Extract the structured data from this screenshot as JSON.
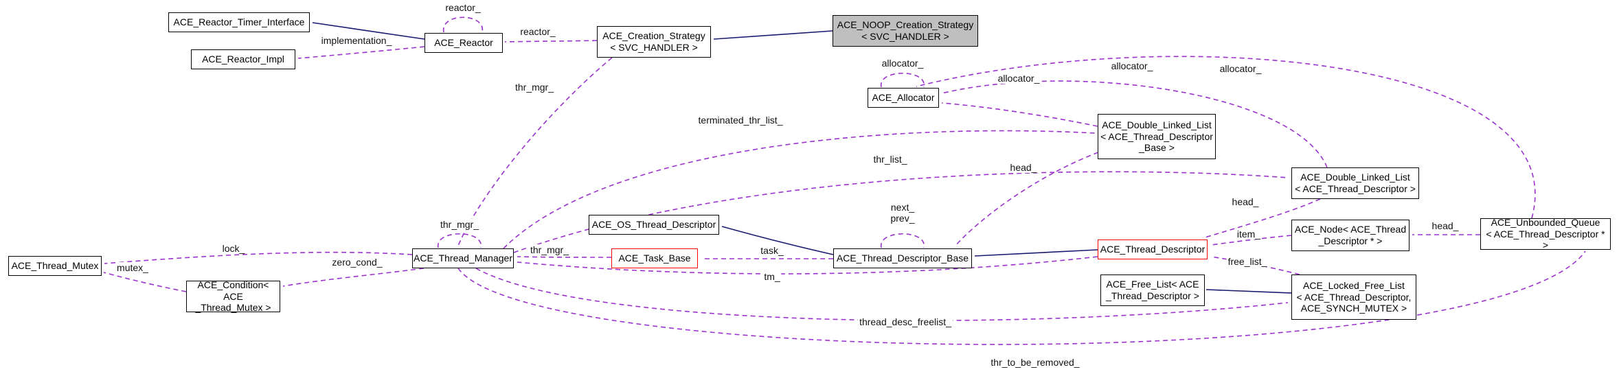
{
  "diagram": {
    "nodes": {
      "reactor_timer_interface": {
        "label": "ACE_Reactor_Timer_Interface"
      },
      "reactor_impl": {
        "label": "ACE_Reactor_Impl"
      },
      "reactor": {
        "label": "ACE_Reactor"
      },
      "creation_strategy": {
        "label": "ACE_Creation_Strategy\n< SVC_HANDLER >"
      },
      "noop_creation_strategy": {
        "label": "ACE_NOOP_Creation_Strategy\n< SVC_HANDLER >"
      },
      "allocator": {
        "label": "ACE_Allocator"
      },
      "dll_base": {
        "label": "ACE_Double_Linked_List\n< ACE_Thread_Descriptor\n_Base >"
      },
      "dll_desc": {
        "label": "ACE_Double_Linked_List\n< ACE_Thread_Descriptor >"
      },
      "os_thread_descriptor": {
        "label": "ACE_OS_Thread_Descriptor"
      },
      "task_base": {
        "label": "ACE_Task_Base"
      },
      "thread_descriptor_base": {
        "label": "ACE_Thread_Descriptor_Base"
      },
      "thread_descriptor": {
        "label": "ACE_Thread_Descriptor"
      },
      "node_td": {
        "label": "ACE_Node< ACE_Thread\n_Descriptor * >"
      },
      "unbounded_queue": {
        "label": "ACE_Unbounded_Queue\n< ACE_Thread_Descriptor * >"
      },
      "thread_manager": {
        "label": "ACE_Thread_Manager"
      },
      "thread_mutex": {
        "label": "ACE_Thread_Mutex"
      },
      "condition": {
        "label": "ACE_Condition< ACE\n_Thread_Mutex >"
      },
      "free_list": {
        "label": "ACE_Free_List< ACE\n_Thread_Descriptor >"
      },
      "locked_free_list": {
        "label": "ACE_Locked_Free_List\n< ACE_Thread_Descriptor,\nACE_SYNCH_MUTEX >"
      }
    },
    "edges": {
      "reactor_self": "reactor_",
      "implementation": "implementation_",
      "reactor": "reactor_",
      "thr_mgr_strategy": "thr_mgr_",
      "allocator_self": "allocator_",
      "allocator_dll_base": "allocator_",
      "allocator_dll_desc": "allocator_",
      "allocator_queue": "allocator_",
      "terminated_thr_list": "terminated_thr_list_",
      "thr_list": "thr_list_",
      "head_dll_base": "head_",
      "head_dll_desc": "head_",
      "next_prev": "next_\nprev_",
      "thr_mgr_self": "thr_mgr_",
      "lock": "lock_",
      "mutex": "mutex_",
      "zero_cond": "zero_cond_",
      "thr_mgr_task": "thr_mgr_",
      "task": "task_",
      "tm": "tm_",
      "item": "item_",
      "head_queue": "head_",
      "free_list": "free_list_",
      "thread_desc_freelist": "thread_desc_freelist_",
      "thr_to_be_removed": "thr_to_be_removed_"
    },
    "colors": {
      "inheritance_edge": "#191970",
      "usage_edge": "#9a32cd",
      "highlight_background": "#bfbfbf",
      "truncated_border": "#ff0000",
      "node_border": "#000000"
    }
  }
}
